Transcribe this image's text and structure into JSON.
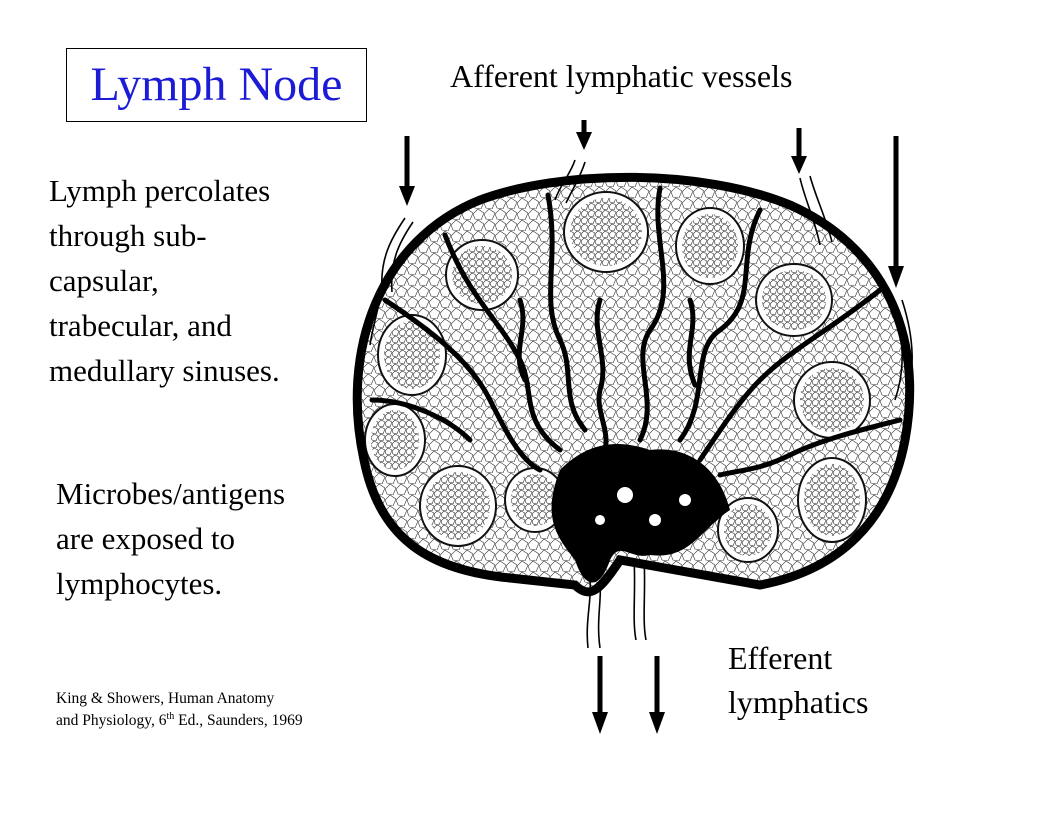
{
  "slide": {
    "title": "Lymph Node",
    "afferent_label": "Afferent lymphatic vessels",
    "percolates_lines": [
      "Lymph percolates",
      "through sub-",
      "capsular,",
      "trabecular, and",
      "medullary sinuses."
    ],
    "microbes_lines": [
      "Microbes/antigens",
      "are exposed to",
      "lymphocytes."
    ],
    "efferent_lines": [
      "Efferent",
      "lymphatics"
    ],
    "citation": {
      "line1": "King & Showers, Human Anatomy",
      "line2_before": "and Physiology, 6",
      "line2_sup": "th",
      "line2_after": " Ed., Saunders, 1969"
    }
  },
  "colors": {
    "title": "#1c1cd6",
    "ink": "#000000"
  },
  "icons": {
    "arrow": "down-arrow-icon"
  }
}
